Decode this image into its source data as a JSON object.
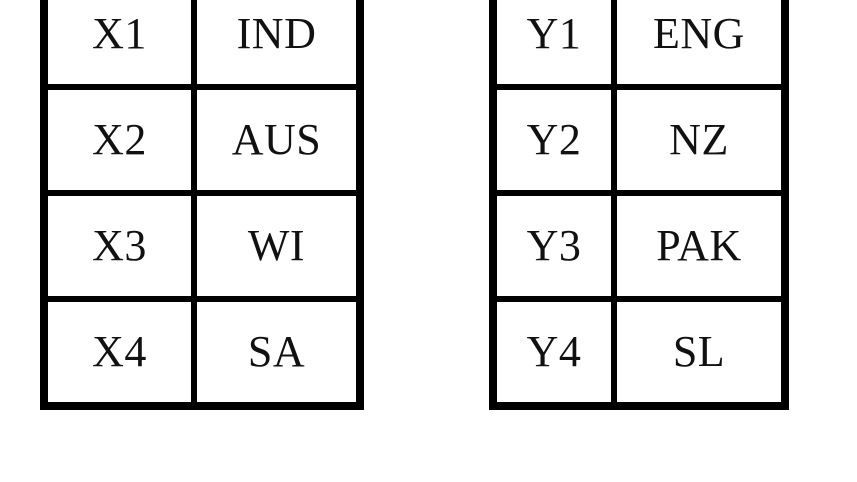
{
  "figure": {
    "background_color": "#ffffff",
    "text_color": "#111111",
    "border_color": "#000000"
  },
  "tables": [
    {
      "id": "left",
      "name": "x-code-table",
      "rows": [
        {
          "code": "X1",
          "team": "IND"
        },
        {
          "code": "X2",
          "team": "AUS"
        },
        {
          "code": "X3",
          "team": "WI"
        },
        {
          "code": "X4",
          "team": "SA"
        }
      ]
    },
    {
      "id": "right",
      "name": "y-code-table",
      "rows": [
        {
          "code": "Y1",
          "team": "ENG"
        },
        {
          "code": "Y2",
          "team": "NZ"
        },
        {
          "code": "Y3",
          "team": "PAK"
        },
        {
          "code": "Y4",
          "team": "SL"
        }
      ]
    }
  ]
}
